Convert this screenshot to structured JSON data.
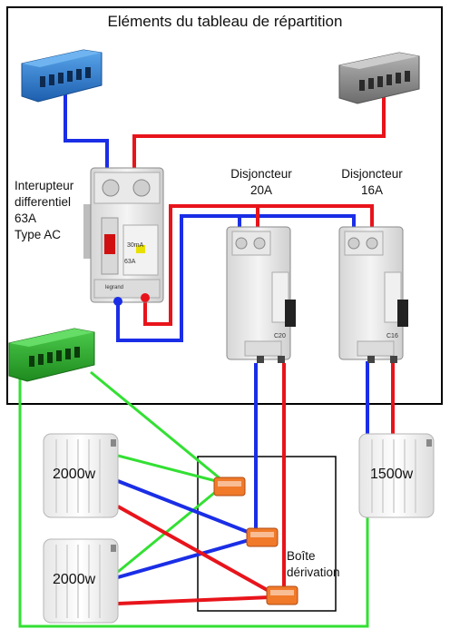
{
  "header": {
    "title": "Eléments du tableau de répartition"
  },
  "labels": {
    "differential_switch": [
      "Interupteur",
      "differentiel",
      "63A",
      "Type AC"
    ],
    "breaker_20": [
      "Disjoncteur",
      "20A"
    ],
    "breaker_16": [
      "Disjoncteur",
      "16A"
    ],
    "junction_box": [
      "Boîte",
      "dérivation"
    ]
  },
  "device_text": {
    "differential_rating": "30mA",
    "differential_current": "63A",
    "breaker_20_code": "C20",
    "breaker_16_code": "C16",
    "brand": "legrand"
  },
  "radiators": [
    {
      "power": "2000w"
    },
    {
      "power": "2000w"
    },
    {
      "power": "1500w"
    }
  ],
  "colors": {
    "phase": "#e8141b",
    "neutral": "#1a2ee6",
    "earth": "#33e033",
    "neutral_bar": "#2c7fd0",
    "phase_bar": "#8c8c8c",
    "earth_bar": "#2aa52a",
    "connector": "#f07a2a",
    "panel_border": "#000000"
  }
}
